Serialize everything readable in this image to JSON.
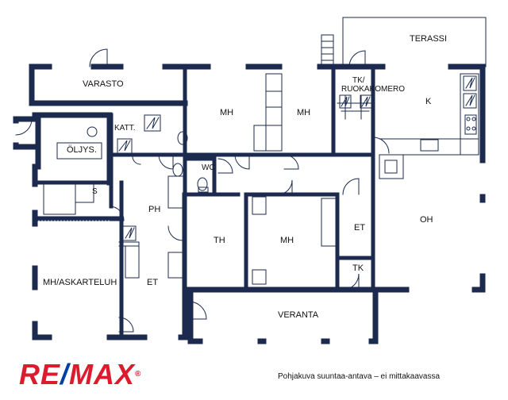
{
  "rooms": {
    "terassi": "TERASSI",
    "varasto": "VARASTO",
    "tk_ruokakomero": "TK/\nRUOKAKOMERO",
    "tk_line1": "TK/",
    "tk_line2": "RUOKAKOMERO",
    "k": "K",
    "mh_top_left": "MH",
    "mh_top_right": "MH",
    "katt": "KATT.",
    "oljys": "ÖLJYS.",
    "wc": "WC",
    "s": "S",
    "ph": "PH",
    "th": "TH",
    "mh_middle": "MH",
    "et_right": "ET",
    "oh": "OH",
    "tk_bottom": "TK",
    "mh_askarteluh": "MH/ASKARTELUH",
    "et_left": "ET",
    "veranta": "VERANTA"
  },
  "logo": {
    "part1": "RE",
    "slash": "/",
    "part2": "MAX",
    "reg": "®"
  },
  "caption": "Pohjakuva suuntaa-antava – ei mittakaavassa",
  "colors": {
    "wall": "#1b2a4e",
    "window": "#ffffff",
    "brand_red": "#dc1c2e",
    "brand_blue": "#003da5"
  }
}
